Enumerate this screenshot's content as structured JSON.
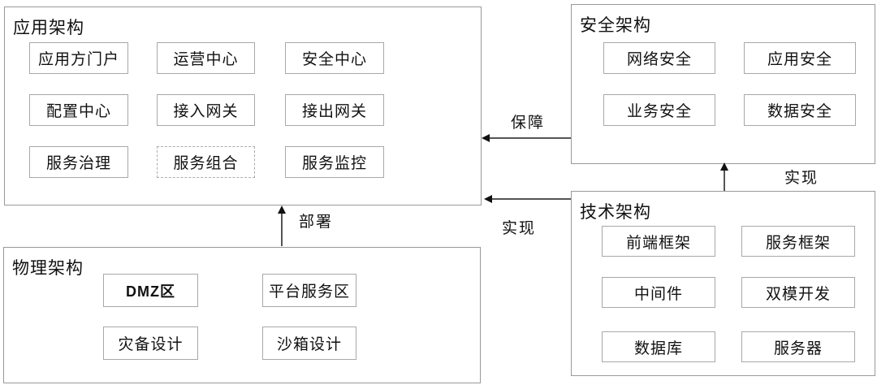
{
  "colors": {
    "background": "#ffffff",
    "box_border": "#999999",
    "node_border": "#a8a8a8",
    "arrow_line": "#555555",
    "arrow_head": "#111111",
    "text": "#111111"
  },
  "app": {
    "title": "应用架构",
    "items": [
      "应用方门户",
      "运营中心",
      "安全中心",
      "配置中心",
      "接入网关",
      "接出网关",
      "服务治理",
      "服务组合",
      "服务监控"
    ]
  },
  "security": {
    "title": "安全架构",
    "items": [
      "网络安全",
      "应用安全",
      "业务安全",
      "数据安全"
    ]
  },
  "tech": {
    "title": "技术架构",
    "items": [
      "前端框架",
      "服务框架",
      "中间件",
      "双模开发",
      "数据库",
      "服务器"
    ]
  },
  "physical": {
    "title": "物理架构",
    "items": [
      "DMZ区",
      "平台服务区",
      "灾备设计",
      "沙箱设计"
    ]
  },
  "arrows": {
    "guarantee": {
      "label": "保障",
      "from": "安全架构",
      "to": "应用架构",
      "direction": "left"
    },
    "realize_app": {
      "label": "实现",
      "from": "技术架构",
      "to": "应用架构",
      "direction": "left"
    },
    "realize_security": {
      "label": "实现",
      "from": "技术架构",
      "to": "安全架构",
      "direction": "up"
    },
    "deploy": {
      "label": "部署",
      "from": "物理架构",
      "to": "应用架构",
      "direction": "up"
    }
  }
}
